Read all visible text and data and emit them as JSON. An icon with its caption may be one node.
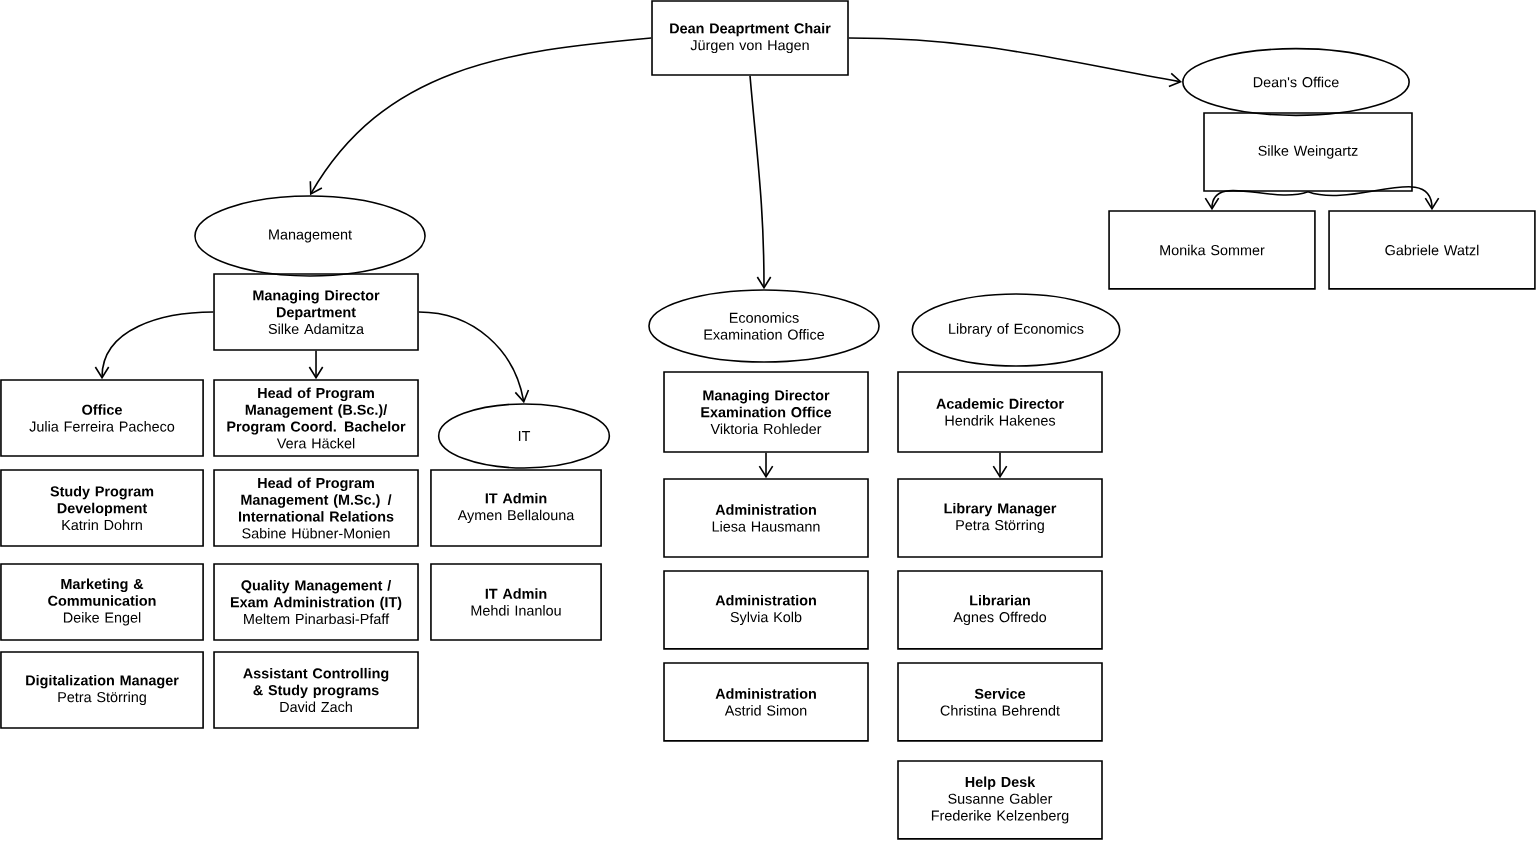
{
  "diagram": {
    "nodes": [
      {
        "text": [
          "Dean Deaprtment Chair",
          "Jürgen von Hagen"
        ]
      },
      {
        "text": [
          "Management"
        ]
      },
      {
        "text": [
          "Managing Director Department",
          "Silke Adamitza"
        ]
      },
      {
        "text": [
          "Office",
          "Julia Ferreira Pacheco"
        ]
      },
      {
        "text": [
          "Head of Program Management (B.Sc.)/ Program Coord. Bachelor",
          "Vera Häckel"
        ]
      },
      {
        "text": [
          "Study Program Development",
          "Katrin Dohrn"
        ]
      },
      {
        "text": [
          "Head of Program Management (M.Sc.) / International Relations",
          "Sabine Hübner-Monien"
        ]
      },
      {
        "text": [
          "Marketing & Communication",
          "Deike Engel"
        ]
      },
      {
        "text": [
          "Quality Management / Exam Administration (IT)",
          "Meltem Pinarbasi-Pfaff"
        ]
      },
      {
        "text": [
          "Digitalization Manager",
          "Petra Störring"
        ]
      },
      {
        "text": [
          "Assistant Controlling & Study programs",
          "David Zach"
        ]
      },
      {
        "text": [
          "IT"
        ]
      },
      {
        "text": [
          "IT Admin",
          "Aymen Bellalouna"
        ]
      },
      {
        "text": [
          "IT Admin",
          "Mehdi Inanlou"
        ]
      },
      {
        "text": [
          "Economics Examination Office"
        ]
      },
      {
        "text": [
          "Managing Director Examination Office",
          "Viktoria Rohleder"
        ]
      },
      {
        "text": [
          "Administration",
          "Liesa Hausmann"
        ]
      },
      {
        "text": [
          "Administration",
          "Sylvia Kolb"
        ]
      },
      {
        "text": [
          "Administration",
          "Astrid Simon"
        ]
      },
      {
        "text": [
          "Library of Economics"
        ]
      },
      {
        "text": [
          "Academic Director",
          "Hendrik Hakenes"
        ]
      },
      {
        "text": [
          "Library Manager",
          "Petra Störring"
        ]
      },
      {
        "text": [
          "Librarian",
          "Agnes Offredo"
        ]
      },
      {
        "text": [
          "Service",
          "Christina Behrendt"
        ]
      },
      {
        "text": [
          "Help Desk",
          "Susanne Gabler",
          "Frederike Kelzenberg"
        ]
      },
      {
        "text": [
          "Dean's Office"
        ]
      },
      {
        "text": [
          "Silke Weingartz"
        ]
      },
      {
        "text": [
          "Monika Sommer"
        ]
      },
      {
        "text": [
          "Gabriele Watzl"
        ]
      }
    ],
    "edges": [
      {
        "from": 0,
        "to": 1,
        "arrow": "to"
      },
      {
        "from": 0,
        "to": 14,
        "arrow": "to"
      },
      {
        "from": 0,
        "to": 25,
        "arrow": "to"
      },
      {
        "from": 2,
        "to": 3,
        "arrow": "to"
      },
      {
        "from": 2,
        "to": 4,
        "arrow": "to"
      },
      {
        "from": 2,
        "to": 11,
        "arrow": "to"
      },
      {
        "from": 15,
        "to": 16,
        "arrow": "to"
      },
      {
        "from": 20,
        "to": 21,
        "arrow": "to"
      },
      {
        "from": 26,
        "to": 27,
        "arrow": "to"
      },
      {
        "from": 26,
        "to": 28,
        "arrow": "to"
      }
    ]
  }
}
